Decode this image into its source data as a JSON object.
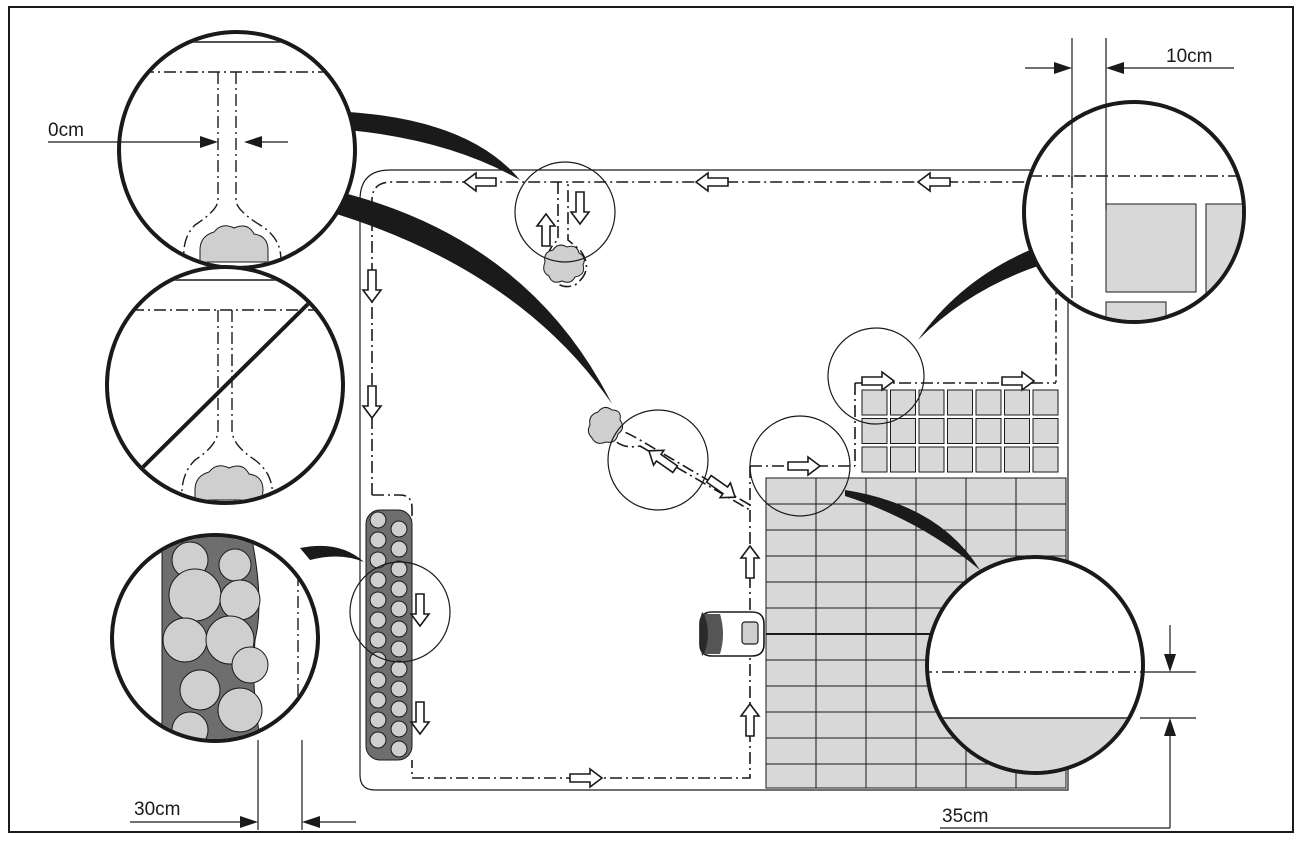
{
  "labels": {
    "zero_gap": "0cm",
    "hedge_gap": "30cm",
    "wall_gap": "10cm",
    "paving_gap": "35cm"
  }
}
